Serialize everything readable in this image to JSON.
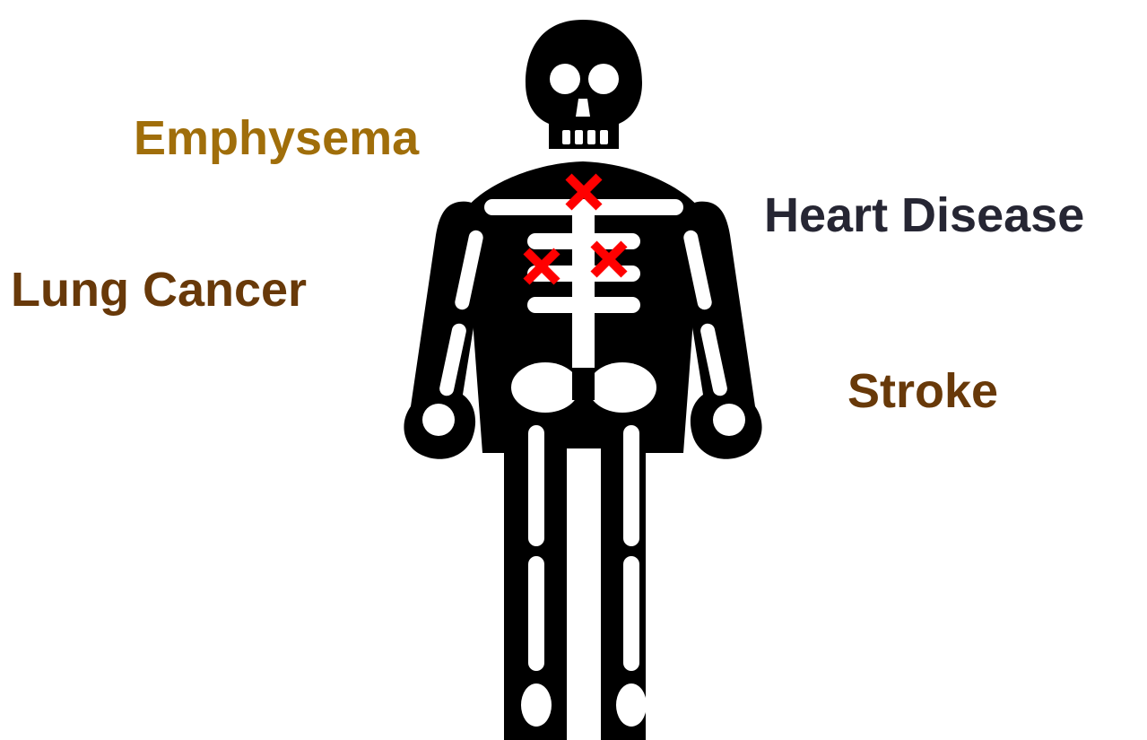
{
  "labels": {
    "emphysema": "Emphysema",
    "heart_disease": "Heart Disease",
    "lung_cancer": "Lung Cancer",
    "stroke": "Stroke"
  },
  "colors": {
    "emphysema": "#a06e0a",
    "heart_disease": "#262633",
    "lung_cancer": "#683909",
    "stroke": "#683909",
    "skeleton": "#000000",
    "bone": "#ffffff",
    "marker": "#ff0000"
  },
  "icons": {
    "figure": "skeleton-icon",
    "markers": [
      "x-mark-icon",
      "x-mark-icon",
      "x-mark-icon"
    ]
  }
}
